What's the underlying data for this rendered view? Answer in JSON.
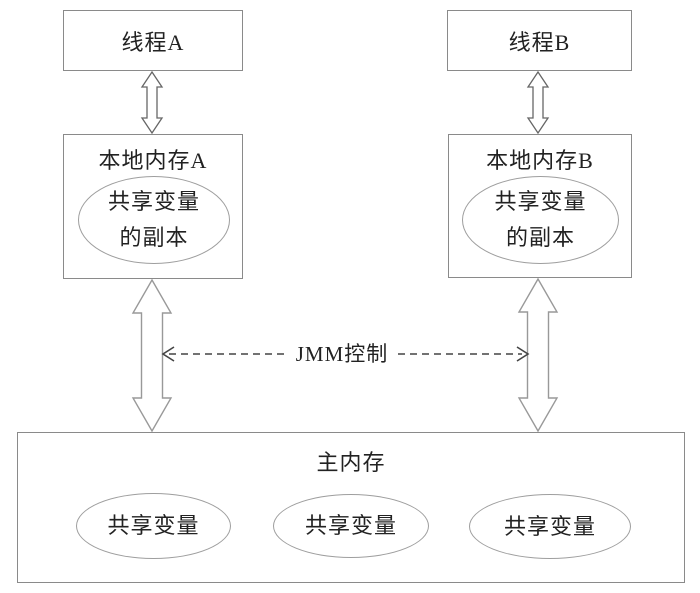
{
  "diagram": {
    "nodes": {
      "thread_a": {
        "label": "线程A"
      },
      "thread_b": {
        "label": "线程B"
      },
      "local_memory_a": {
        "label": "本地内存A",
        "ellipse_line1": "共享变量",
        "ellipse_line2": "的副本"
      },
      "local_memory_b": {
        "label": "本地内存B",
        "ellipse_line1": "共享变量",
        "ellipse_line2": "的副本"
      },
      "main_memory": {
        "label": "主内存",
        "ellipses": [
          "共享变量",
          "共享变量",
          "共享变量"
        ]
      }
    },
    "connectors": {
      "jmm_control_label": "JMM控制"
    },
    "colors": {
      "box_border": "#8a8a8a",
      "ellipse_border": "#9e9e9e",
      "small_arrow_outline": "#666666",
      "big_arrow_outline": "#999999",
      "dashed_arrow": "#444444",
      "text": "#222222",
      "background": "#ffffff"
    }
  }
}
